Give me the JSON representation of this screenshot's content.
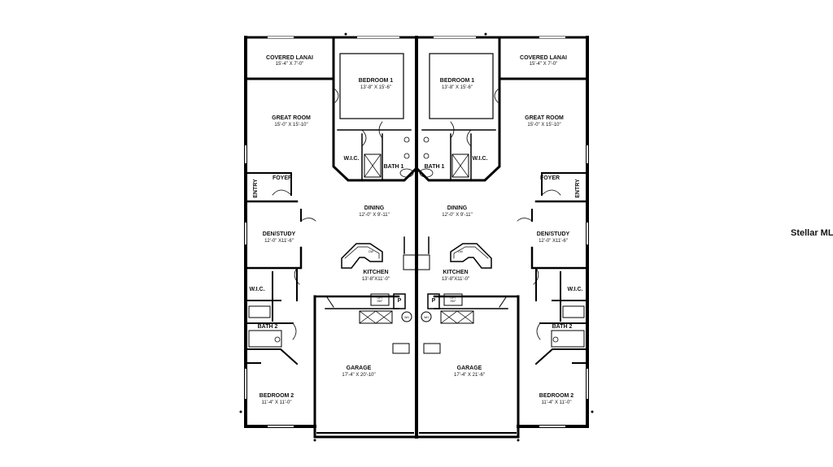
{
  "left_unit": {
    "covered_lanai": {
      "name": "COVERED LANAI",
      "dims": "15'-4\" X 7'-0\""
    },
    "bedroom_1": {
      "name": "BEDROOM 1",
      "dims": "13'-8\" X 15'-6\""
    },
    "great_room": {
      "name": "GREAT ROOM",
      "dims": "15'-0\" X 15'-10\""
    },
    "wic_1": {
      "name": "W.I.C."
    },
    "bath_1": {
      "name": "BATH 1"
    },
    "foyer": {
      "name": "FOYER"
    },
    "entry": {
      "name": "ENTRY"
    },
    "dining": {
      "name": "DINING",
      "dims": "12'-0\" X 9'-11\""
    },
    "den_study": {
      "name": "DEN/STUDY",
      "dims": "12'-0\" X11'-6\""
    },
    "kitchen": {
      "name": "KITCHEN",
      "dims": "13'-8\"X11'-0\""
    },
    "wic_2": {
      "name": "W.I.C."
    },
    "bath_2": {
      "name": "BATH  2"
    },
    "garage": {
      "name": "GARAGE",
      "dims": "17'-4\" X 20'-10\""
    },
    "bedroom_2": {
      "name": "BEDROOM  2",
      "dims": "11'-4\" X 11'-0\""
    },
    "dw": "DW",
    "pantry": "P",
    "wh": "WH",
    "opt": "OPT\nREF"
  },
  "right_unit": {
    "covered_lanai": {
      "name": "COVERED LANAI",
      "dims": "15'-4\" X 7'-0\""
    },
    "bedroom_1": {
      "name": "BEDROOM 1",
      "dims": "13'-8\" X 15'-6\""
    },
    "great_room": {
      "name": "GREAT ROOM",
      "dims": "15'-0\" X 15'-10\""
    },
    "wic_1": {
      "name": "W.I.C."
    },
    "bath_1": {
      "name": "BATH 1"
    },
    "foyer": {
      "name": "FOYER"
    },
    "entry": {
      "name": "ENTRY"
    },
    "dining": {
      "name": "DINING",
      "dims": "12'-0\" X 9'-11\""
    },
    "den_study": {
      "name": "DEN/STUDY",
      "dims": "12'-0\" X11'-6\""
    },
    "kitchen": {
      "name": "KITCHEN",
      "dims": "13'-8\"X11'-0\""
    },
    "wic_2": {
      "name": "W.I.C."
    },
    "bath_2": {
      "name": "BATH  2"
    },
    "garage": {
      "name": "GARAGE",
      "dims": "17'-4\" X 21'-6\""
    },
    "bedroom_2": {
      "name": "BEDROOM  2",
      "dims": "11'-4\" X 11'-0\""
    },
    "dw": "DW",
    "pantry": "P",
    "wh": "WH",
    "opt": "OPT\nREF"
  },
  "watermark": "Stellar MLS",
  "colors": {
    "wall": "#000000",
    "fixture": "#333333",
    "background": "#ffffff",
    "watermark": "#c9c9c9"
  }
}
